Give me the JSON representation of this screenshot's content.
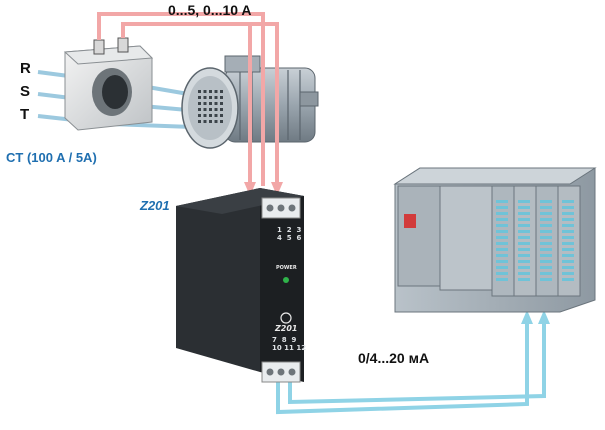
{
  "phases": [
    "R",
    "S",
    "T"
  ],
  "ct_label": "CT (100 A / 5A)",
  "current_range": "0...5, 0...10 A",
  "device": {
    "model": "Z201",
    "terminals_top": "1  2  3\n4  5  6",
    "power_label": "POWER",
    "face_model": "Z201",
    "terminals_bottom": "7  8  9\n10 11 12"
  },
  "output_range": "0/4...20 мA",
  "colors": {
    "current_wire": "#f2a7a7",
    "signal_wire": "#8fd3e6",
    "accent_text": "#1f6fb0",
    "power_led": "#2fb34a"
  },
  "icons": [
    "current-transformer-icon",
    "electric-motor-icon",
    "signal-converter-icon",
    "plc-rack-icon"
  ]
}
